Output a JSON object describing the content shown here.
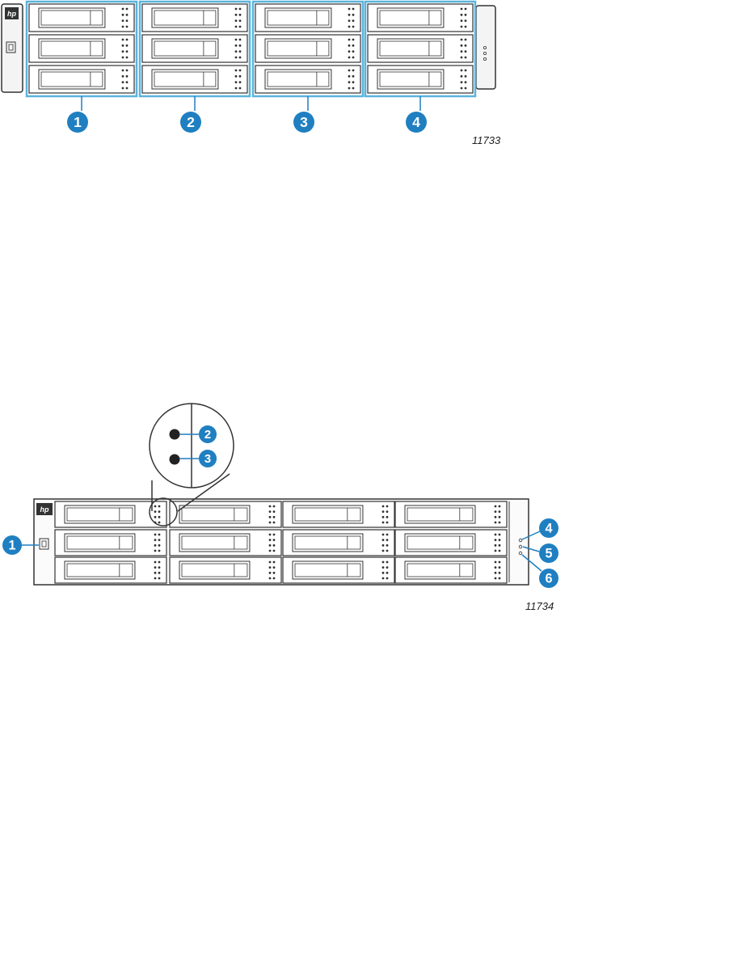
{
  "figure1": {
    "id": "11733",
    "callouts": [
      "1",
      "2",
      "3",
      "4"
    ]
  },
  "figure2": {
    "id": "11734",
    "callouts": [
      "1",
      "2",
      "3",
      "4",
      "5",
      "6"
    ]
  },
  "colors": {
    "accent": "#1a5ea8",
    "callout": "#1f7fc1",
    "highlight": "#5ab4dc"
  }
}
